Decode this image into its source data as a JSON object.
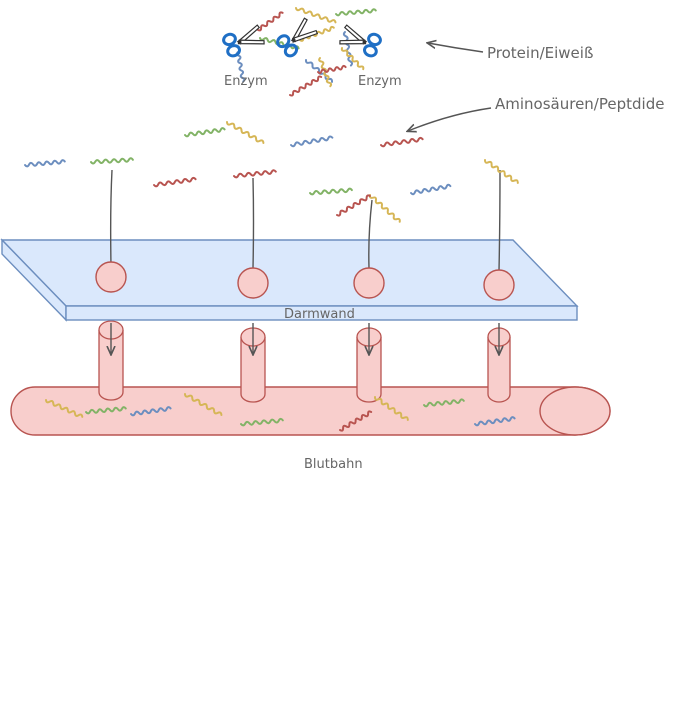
{
  "labels": {
    "protein": "Protein/Eiweiß",
    "amino": "Aminosäuren/Peptdide",
    "enzyme_left": "Enzym",
    "enzyme_right": "Enzym",
    "wall": "Darmwand",
    "blood": "Blutbahn"
  },
  "colors": {
    "blue": "#6c8ebf",
    "green": "#82b366",
    "red": "#b85450",
    "yellow": "#d6b656",
    "wall_fill": "#dae8fc",
    "wall_stroke": "#6c8ebf",
    "blood_fill": "#f8cecc",
    "blood_stroke": "#b85450",
    "receptor_fill": "#f8cecc",
    "receptor_stroke": "#b85450",
    "line": "#555555",
    "label": "#666666",
    "scissor_handle": "#1f6fc5"
  },
  "icons": [
    "scissors-icon",
    "scissors-icon",
    "scissors-icon"
  ]
}
